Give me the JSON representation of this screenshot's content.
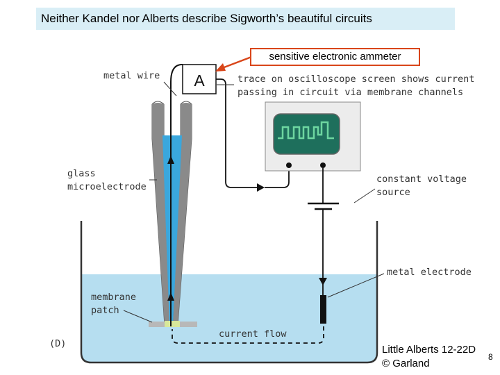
{
  "title": "Neither Kandel nor Alberts describe Sigworth’s beautiful circuits",
  "callout": "sensitive electronic ammeter",
  "ammeter_symbol": "A",
  "labels": {
    "metal_wire": "metal wire",
    "oscilloscope_1": "trace on oscilloscope screen shows current",
    "oscilloscope_2": "passing in circuit via membrane channels",
    "glass_1": "glass",
    "glass_2": "microelectrode",
    "voltage_1": "constant voltage",
    "voltage_2": "source",
    "metal_electrode": "metal electrode",
    "membrane_1": "membrane",
    "membrane_2": "patch",
    "current_flow": "current flow",
    "panel": "(D)"
  },
  "credit_line1": "Little Alberts 12-22D",
  "credit_line2": "© Garland",
  "page_number": "8",
  "colors": {
    "title_bg": "#d9eef6",
    "callout_border": "#d9461a",
    "water": "#b6def0",
    "electrode_fill": "#3aa7dd",
    "glass": "#7d7d7d",
    "screen": "#1e6f5c",
    "trace": "#6dd6a0"
  }
}
